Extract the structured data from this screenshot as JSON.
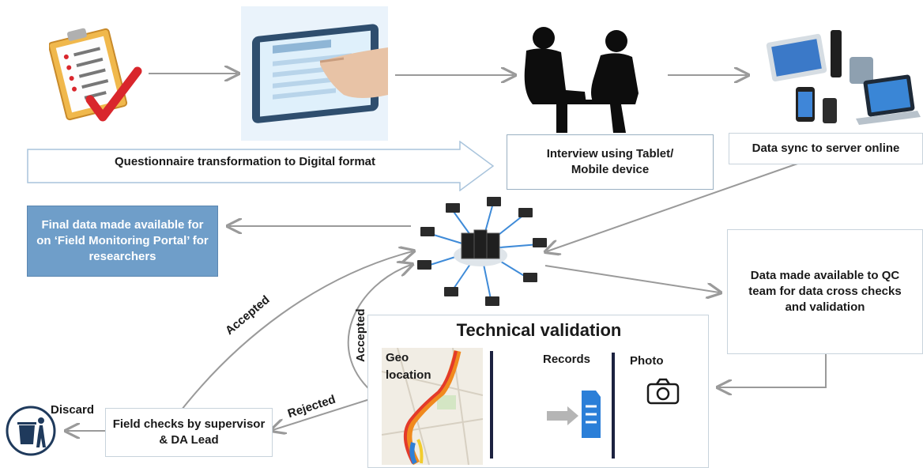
{
  "steps": {
    "digitize": "Questionnaire transformation to Digital format",
    "interview": "Interview using Tablet/ Mobile device",
    "sync": "Data sync to server online",
    "final": "Final data made available for on ‘Field Monitoring Portal’ for researchers",
    "qc": "Data made available to QC team for data cross checks and validation",
    "field_checks": "Field checks by supervisor & DA Lead"
  },
  "technical_validation": {
    "title": "Technical validation",
    "geo": "Geo location",
    "records": "Records",
    "photo": "Photo"
  },
  "flow_labels": {
    "accepted_1": "Accepted",
    "accepted_2": "Accepted",
    "rejected": "Rejected",
    "discard": "Discard"
  },
  "colors": {
    "final_box_fill": "#6f9ec9",
    "arrow": "#9a9a9a",
    "box_border": "#c8d3dc",
    "doc_icon": "#2b7fd8"
  },
  "icons": [
    "checklist-icon",
    "tablet-icon",
    "interview-silhouette-icon",
    "devices-icon",
    "server-network-icon",
    "map-icon",
    "document-icon",
    "camera-icon",
    "trash-icon"
  ]
}
